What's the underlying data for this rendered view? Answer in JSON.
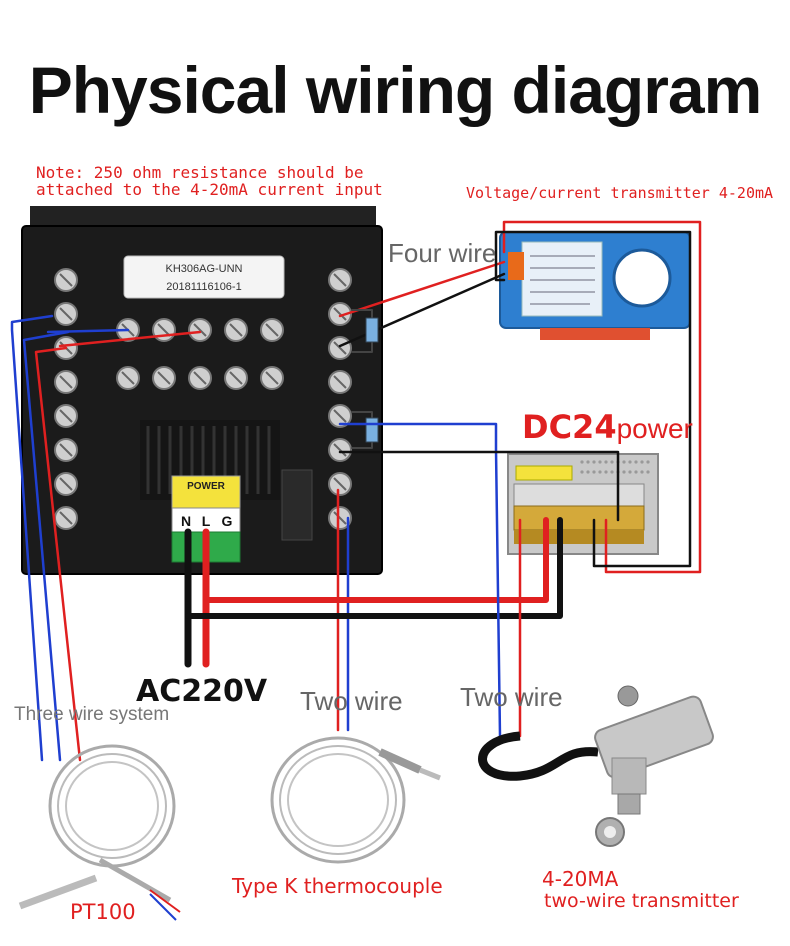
{
  "title": "Physical wiring diagram",
  "note": {
    "line1": "Note: 250 ohm resistance should be",
    "line2": "attached to the 4-20mA current input"
  },
  "controller": {
    "model": "KH306AG-UNN",
    "serial": "20181116106-1",
    "power_block": {
      "header": "POWER",
      "terminals": [
        "N",
        "L",
        "G"
      ]
    }
  },
  "transmitter_label": "Voltage/current transmitter 4-20mA",
  "four_wire_label": "Four wire",
  "dc24": {
    "prefix": "DC24",
    "suffix": "power"
  },
  "ac220v_label": "AC220V",
  "sensors": {
    "pt100": {
      "wire_label": "Three wire system",
      "name": "PT100"
    },
    "thermocouple": {
      "wire_label": "Two wire",
      "name": "Type K thermocouple"
    },
    "two_wire_transmitter": {
      "wire_label": "Two wire",
      "name_line1": "4-20MA",
      "name_line2": "two-wire transmitter"
    }
  },
  "colors": {
    "red_wire": "#e02020",
    "blue_wire": "#1f3fd0",
    "black_wire": "#111111",
    "label_red": "#e02020",
    "power_green": "#2faa4a",
    "power_yellow": "#f4e23c",
    "transmitter_blue": "#2e7fd0"
  }
}
